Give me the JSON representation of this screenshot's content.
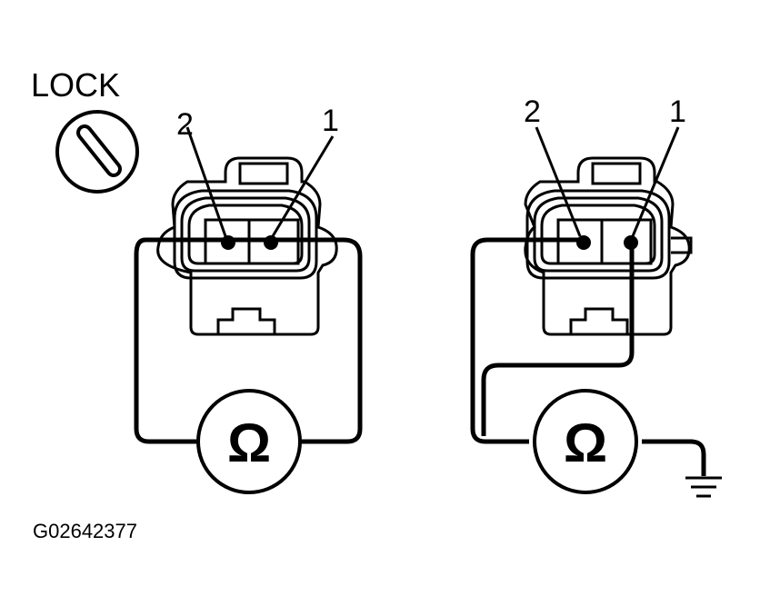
{
  "lock_label": "LOCK",
  "left_diagram": {
    "pin_left_label": "2",
    "pin_right_label": "1",
    "meter_symbol": "Ω"
  },
  "right_diagram": {
    "pin_left_label": "2",
    "pin_right_label": "1",
    "meter_symbol": "Ω"
  },
  "figure_code": "G02642377",
  "colors": {
    "ink": "#000000",
    "background": "#ffffff"
  },
  "icons": [
    "lock-symbol-icon",
    "ohmmeter-icon",
    "ground-icon"
  ]
}
